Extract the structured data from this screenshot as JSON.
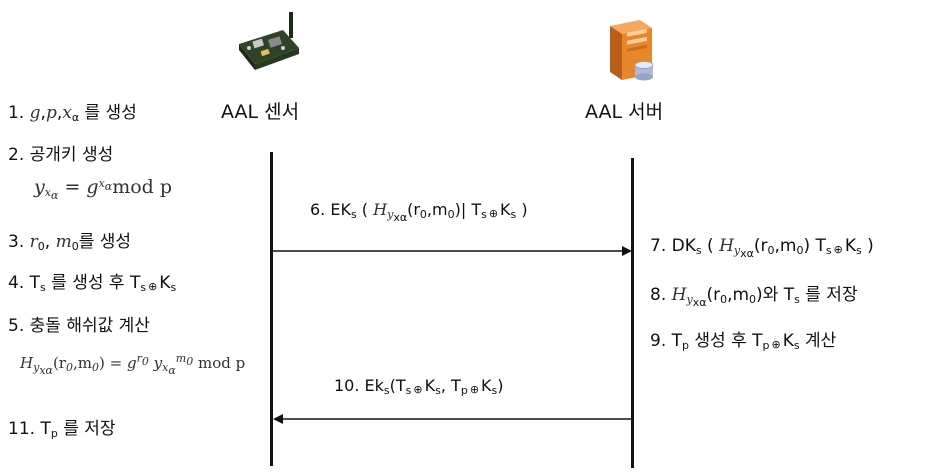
{
  "entities": {
    "sensor": {
      "label": "AAL 센서",
      "icon": "sensor-board-icon"
    },
    "server": {
      "label": "AAL 서버",
      "icon": "server-tower-icon"
    }
  },
  "sensor_steps": {
    "s1": {
      "num": "1.",
      "var": "g",
      "var2": "p",
      "var3": "x",
      "sub3": "α",
      "text": "를 생성"
    },
    "s2": {
      "num": "2.",
      "text": "공개키 생성"
    },
    "s2_formula": {
      "base": "y",
      "sub": "x",
      "subsub": "α",
      "eq": "= g",
      "sup": "x",
      "supsub": "α",
      "tail": "mod p"
    },
    "s3": {
      "num": "3.",
      "a": "r",
      "a_sub": "0",
      "sep": ",",
      "b": "m",
      "b_sub": "0",
      "text": "를 생성"
    },
    "s4": {
      "num": "4.",
      "t": "T",
      "t_sub": "s",
      "text1": "를 생성 후",
      "t2": "T",
      "t2_sub": "s",
      "xor": "⊕",
      "k": "K",
      "k_sub": "s"
    },
    "s5": {
      "num": "5.",
      "text": "충돌 해쉬값 계산"
    },
    "s5_formula": {
      "h": "H",
      "h_sub": "y",
      "h_subsub": "xα",
      "args": "(r",
      "a0": "0",
      "comma": ",m",
      "b0": "0",
      "close": ")",
      "eq": "= g",
      "sup1": "r",
      "sup1_sub": "0",
      "y": "y",
      "y_sub": "x",
      "y_subsub": "α",
      "ysup": "m",
      "ysup_sub": "0",
      "tail": "mod  p"
    },
    "s11": {
      "num": "11.",
      "t": "T",
      "t_sub": "p",
      "text": "를 저장"
    }
  },
  "messages": {
    "m6": {
      "num": "6.",
      "ek": "EK",
      "ek_sub": "s",
      "open": "(",
      "h": "H",
      "h_sub": "y",
      "h_subsub": "xα",
      "args": "(r",
      "a0": "0",
      "comma": ",m",
      "b0": "0",
      "close": ")|",
      "t": "T",
      "t_sub": "s",
      "xor": "⊕",
      "k": "K",
      "k_sub": "s",
      "end": ")"
    },
    "m10": {
      "num": "10.",
      "ek": "Ek",
      "ek_sub": "s",
      "open": "(T",
      "t_sub": "s",
      "xor": "⊕",
      "k": "K",
      "k_sub": "s",
      "sep": ",",
      "tp": "T",
      "tp_sub": "p",
      "xor2": "⊕",
      "k2": "K",
      "k2_sub": "s",
      "end": ")"
    }
  },
  "server_steps": {
    "s7": {
      "num": "7.",
      "dk": "DK",
      "dk_sub": "s",
      "open": "(",
      "h": "H",
      "h_sub": "y",
      "h_subsub": "xα",
      "args": "(r",
      "a0": "0",
      "comma": ",m",
      "b0": "0",
      "close": ")",
      "t": "T",
      "t_sub": "s",
      "xor": "⊕",
      "k": "K",
      "k_sub": "s",
      "end": ")"
    },
    "s8": {
      "num": "8.",
      "h": "H",
      "h_sub": "y",
      "h_subsub": "xα",
      "args": "(r",
      "a0": "0",
      "comma": ",m",
      "b0": "0",
      "close": ")",
      "text1": "와",
      "t": "T",
      "t_sub": "s",
      "text2": "를 저장"
    },
    "s9": {
      "num": "9.",
      "t": "T",
      "t_sub": "p",
      "text1": "생성 후",
      "t2": "T",
      "t2_sub": "p",
      "xor": "⊕",
      "k": "K",
      "k_sub": "s",
      "text2": "계산"
    }
  },
  "colors": {
    "line": "#111111",
    "server_orange": "#e8862a",
    "board_green": "#3a5a2a"
  }
}
